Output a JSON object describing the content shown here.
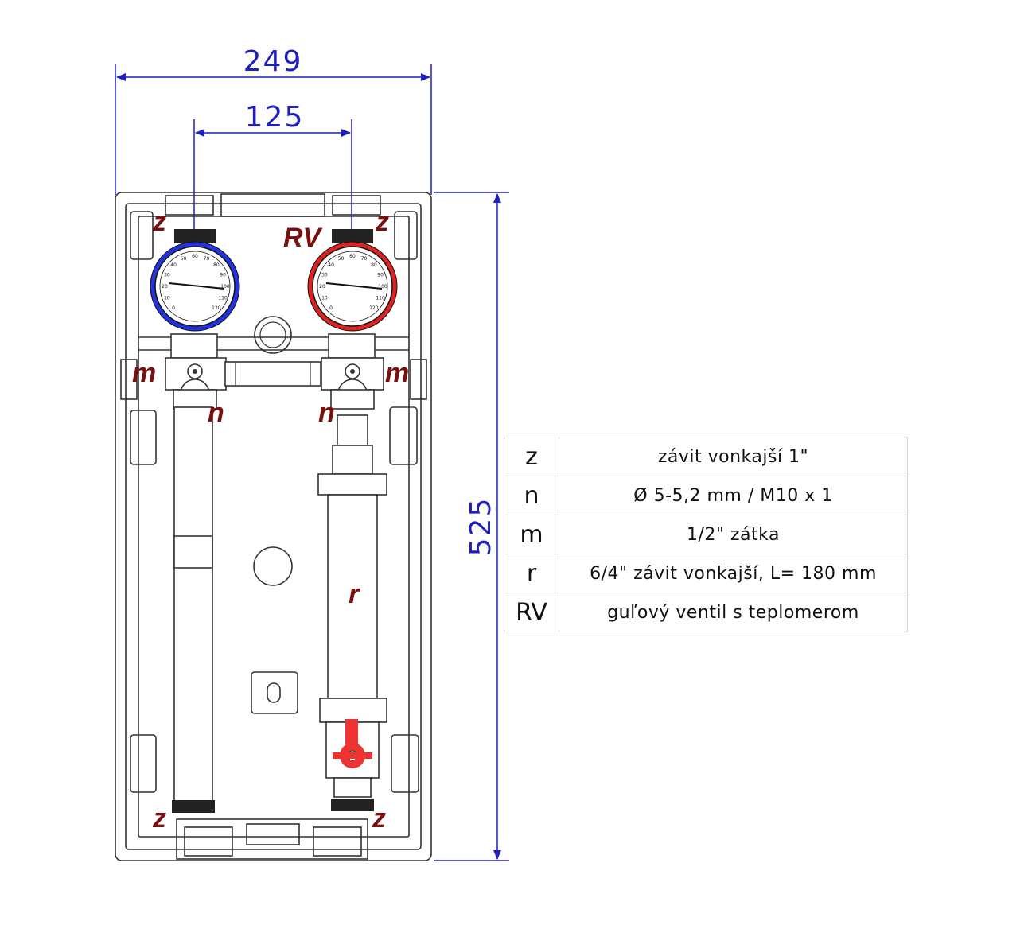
{
  "dimensions": {
    "total_width": "249",
    "inner_width": "125",
    "height": "525"
  },
  "callouts": {
    "z": "z",
    "rv": "RV",
    "m": "m",
    "n": "n",
    "r": "r"
  },
  "gauge_scale": [
    "0",
    "10",
    "20",
    "30",
    "40",
    "50",
    "60",
    "70",
    "80",
    "90",
    "100",
    "110",
    "120"
  ],
  "legend": [
    {
      "code": "z",
      "desc": "závit vonkajší 1\""
    },
    {
      "code": "n",
      "desc": "Ø 5-5,2 mm / M10 x 1"
    },
    {
      "code": "m",
      "desc": "1/2\" zátka"
    },
    {
      "code": "r",
      "desc": "6/4\" závit vonkajší, L= 180 mm"
    },
    {
      "code": "RV",
      "desc": "guľový ventil s teplomerom"
    }
  ],
  "colors": {
    "dimension": "#1f1fbf",
    "callout": "#7a0f0f",
    "cold_gauge": "#2233dd",
    "hot_gauge": "#dd2222",
    "outline": "#333333"
  }
}
